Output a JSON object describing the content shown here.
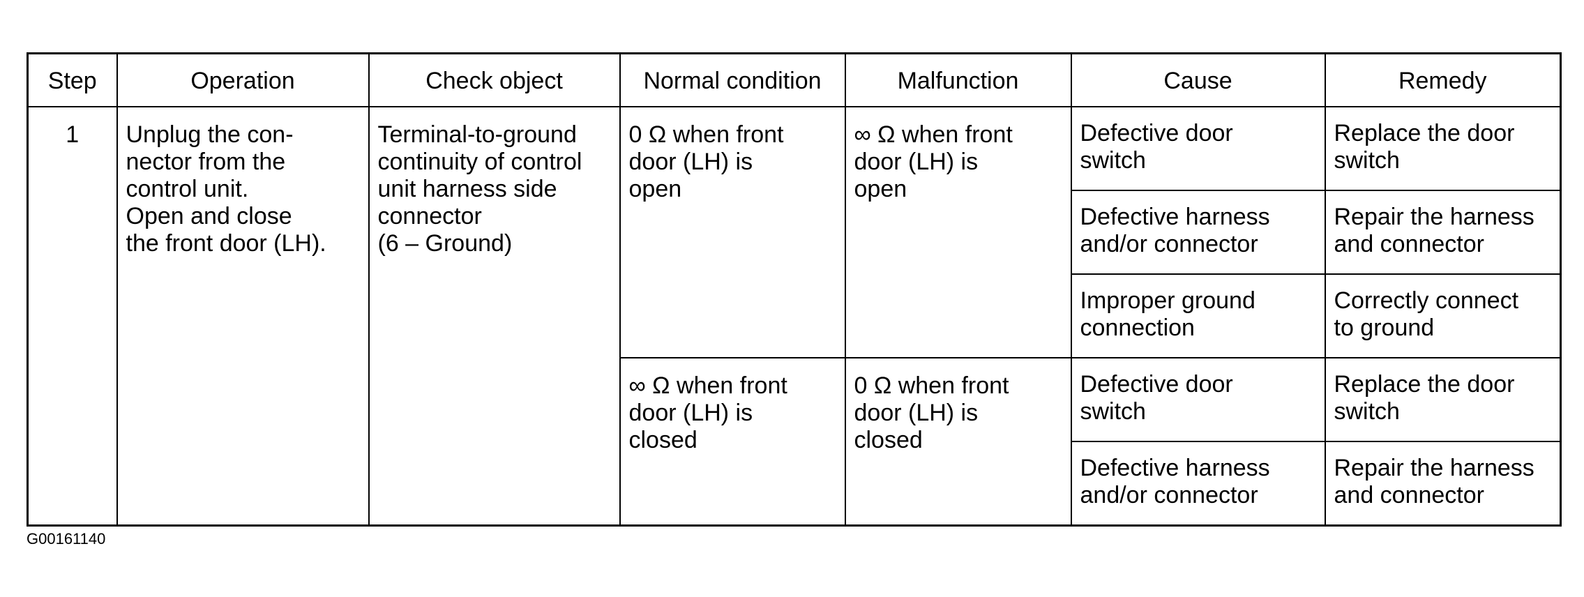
{
  "table": {
    "headers": {
      "step": "Step",
      "operation": "Operation",
      "check_object": "Check object",
      "normal_condition": "Normal condition",
      "malfunction": "Malfunction",
      "cause": "Cause",
      "remedy": "Remedy"
    },
    "step": "1",
    "operation": "Unplug the con-\nnector from the\ncontrol unit.\nOpen and close\nthe front door (LH).",
    "check_object": "Terminal-to-ground\ncontinuity of control\nunit harness side\nconnector\n(6 – Ground)",
    "conditions": [
      {
        "normal": "0 Ω when front\ndoor (LH) is\nopen",
        "malfunction": "∞ Ω when front\ndoor (LH) is\nopen",
        "causes": [
          {
            "cause": "Defective door\nswitch",
            "remedy": "Replace the door\nswitch"
          },
          {
            "cause": "Defective harness\nand/or connector",
            "remedy": "Repair the harness\nand connector"
          },
          {
            "cause": "Improper ground\nconnection",
            "remedy": "Correctly connect\nto ground"
          }
        ]
      },
      {
        "normal": "∞ Ω when front\ndoor (LH) is\nclosed",
        "malfunction": "0 Ω when front\ndoor (LH) is\nclosed",
        "causes": [
          {
            "cause": "Defective door\nswitch",
            "remedy": "Replace the door\nswitch"
          },
          {
            "cause": "Defective harness\nand/or connector",
            "remedy": "Repair the harness\nand connector"
          }
        ]
      }
    ]
  },
  "figure_id": "G00161140"
}
